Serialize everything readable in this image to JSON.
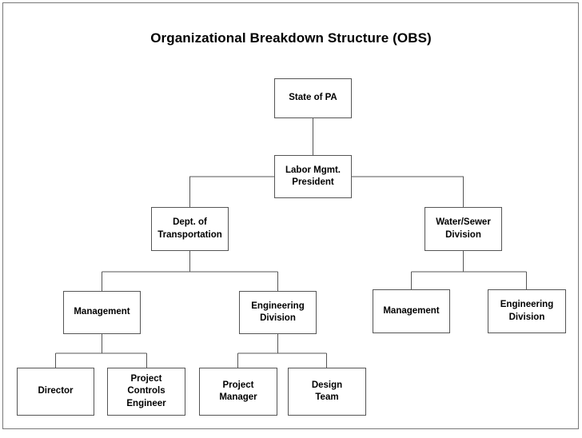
{
  "page": {
    "title": "Organizational Breakdown Structure (OBS)",
    "border_color": "#787878",
    "background_color": "#ffffff",
    "box_border_color": "#555555",
    "connector_color": "#555555",
    "text_color": "#000000"
  },
  "chart_data": {
    "type": "diagram",
    "diagram_type": "organizational-breakdown-structure",
    "title": "Organizational Breakdown Structure (OBS)",
    "nodes": [
      {
        "id": "state-of-pa",
        "label": "State of PA",
        "level": 0,
        "parent": null
      },
      {
        "id": "labor-mgmt-president",
        "label": "Labor Mgmt.\nPresident",
        "level": 1,
        "parent": "state-of-pa"
      },
      {
        "id": "dept-of-transportation",
        "label": "Dept. of\nTransportation",
        "level": 2,
        "parent": "labor-mgmt-president"
      },
      {
        "id": "water-sewer-division",
        "label": "Water/Sewer\nDivision",
        "level": 2,
        "parent": "labor-mgmt-president"
      },
      {
        "id": "dot-management",
        "label": "Management",
        "level": 3,
        "parent": "dept-of-transportation"
      },
      {
        "id": "dot-engineering-division",
        "label": "Engineering\nDivision",
        "level": 3,
        "parent": "dept-of-transportation"
      },
      {
        "id": "ws-management",
        "label": "Management",
        "level": 3,
        "parent": "water-sewer-division"
      },
      {
        "id": "ws-engineering-division",
        "label": "Engineering\nDivision",
        "level": 3,
        "parent": "water-sewer-division"
      },
      {
        "id": "director",
        "label": "Director",
        "level": 4,
        "parent": "dot-management"
      },
      {
        "id": "project-controls-engineer",
        "label": "Project\nControls\nEngineer",
        "level": 4,
        "parent": "dot-management"
      },
      {
        "id": "project-manager",
        "label": "Project\nManager",
        "level": 4,
        "parent": "dot-engineering-division"
      },
      {
        "id": "design-team",
        "label": "Design\nTeam",
        "level": 4,
        "parent": "dot-engineering-division"
      }
    ],
    "edges": [
      {
        "from": "state-of-pa",
        "to": "labor-mgmt-president"
      },
      {
        "from": "labor-mgmt-president",
        "to": "dept-of-transportation"
      },
      {
        "from": "labor-mgmt-president",
        "to": "water-sewer-division"
      },
      {
        "from": "dept-of-transportation",
        "to": "dot-management"
      },
      {
        "from": "dept-of-transportation",
        "to": "dot-engineering-division"
      },
      {
        "from": "water-sewer-division",
        "to": "ws-management"
      },
      {
        "from": "water-sewer-division",
        "to": "ws-engineering-division"
      },
      {
        "from": "dot-management",
        "to": "director"
      },
      {
        "from": "dot-management",
        "to": "project-controls-engineer"
      },
      {
        "from": "dot-engineering-division",
        "to": "project-manager"
      },
      {
        "from": "dot-engineering-division",
        "to": "design-team"
      }
    ]
  }
}
